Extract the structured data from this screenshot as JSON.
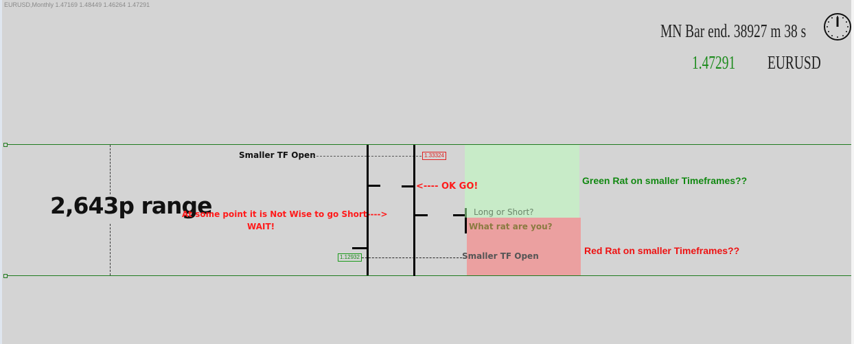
{
  "window": {
    "title": "EURUSD,Monthly  1.47169 1.48449 1.46264 1.47291"
  },
  "info_panel": {
    "bar_end": "MN Bar end. 38927 m 38 s",
    "price": "1.47291",
    "symbol": "EURUSD",
    "clock_icon": "clock-icon",
    "price_color": "#1a8a1a"
  },
  "annotations": {
    "range": "2,643p range",
    "not_wise": "At some point it is Not Wise to go Short---->",
    "wait": "WAIT!",
    "ok_go": "<---- OK GO!",
    "smaller_tf_open_top": "Smaller TF Open",
    "smaller_tf_open_bottom": "Smaller TF Open",
    "long_or_short": "Long or Short?",
    "what_rat": "What rat are you?",
    "green_rat": "Green Rat on smaller Timeframes??",
    "red_rat": "Red Rat on smaller Timeframes??"
  },
  "price_labels": {
    "upper": "1.33324",
    "lower": "1.12932"
  },
  "colors": {
    "green_zone": "#c8ebc8",
    "red_zone": "#eba0a0",
    "range_lines": "#1e7a1e"
  }
}
